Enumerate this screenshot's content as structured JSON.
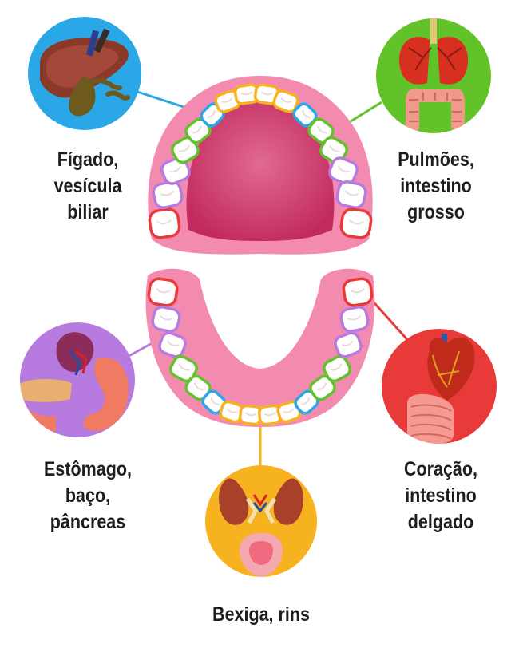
{
  "colors": {
    "liver_ring": "#2aa7e6",
    "lungs_ring": "#61c229",
    "stomach_ring": "#b77be0",
    "bladder_ring": "#f7b21f",
    "heart_ring": "#e93a3a",
    "gum": "#f07fa8",
    "palate": "#c72d63",
    "tooth": "#ffffff"
  },
  "groups": [
    {
      "id": "liver",
      "lines": [
        "Fígado,",
        "vesícula",
        "biliar"
      ],
      "icon": "liver-gallbladder-icon"
    },
    {
      "id": "lungs",
      "lines": [
        "Pulmões,",
        "intestino",
        "grosso"
      ],
      "icon": "lungs-colon-icon"
    },
    {
      "id": "stomach",
      "lines": [
        "Estômago,",
        "baço,",
        "pâncreas"
      ],
      "icon": "stomach-spleen-pancreas-icon"
    },
    {
      "id": "bladder",
      "lines": [
        "Bexiga, rins"
      ],
      "icon": "kidneys-bladder-icon"
    },
    {
      "id": "heart",
      "lines": [
        "Coração,",
        "intestino",
        "delgado"
      ],
      "icon": "heart-small-intestine-icon"
    }
  ]
}
